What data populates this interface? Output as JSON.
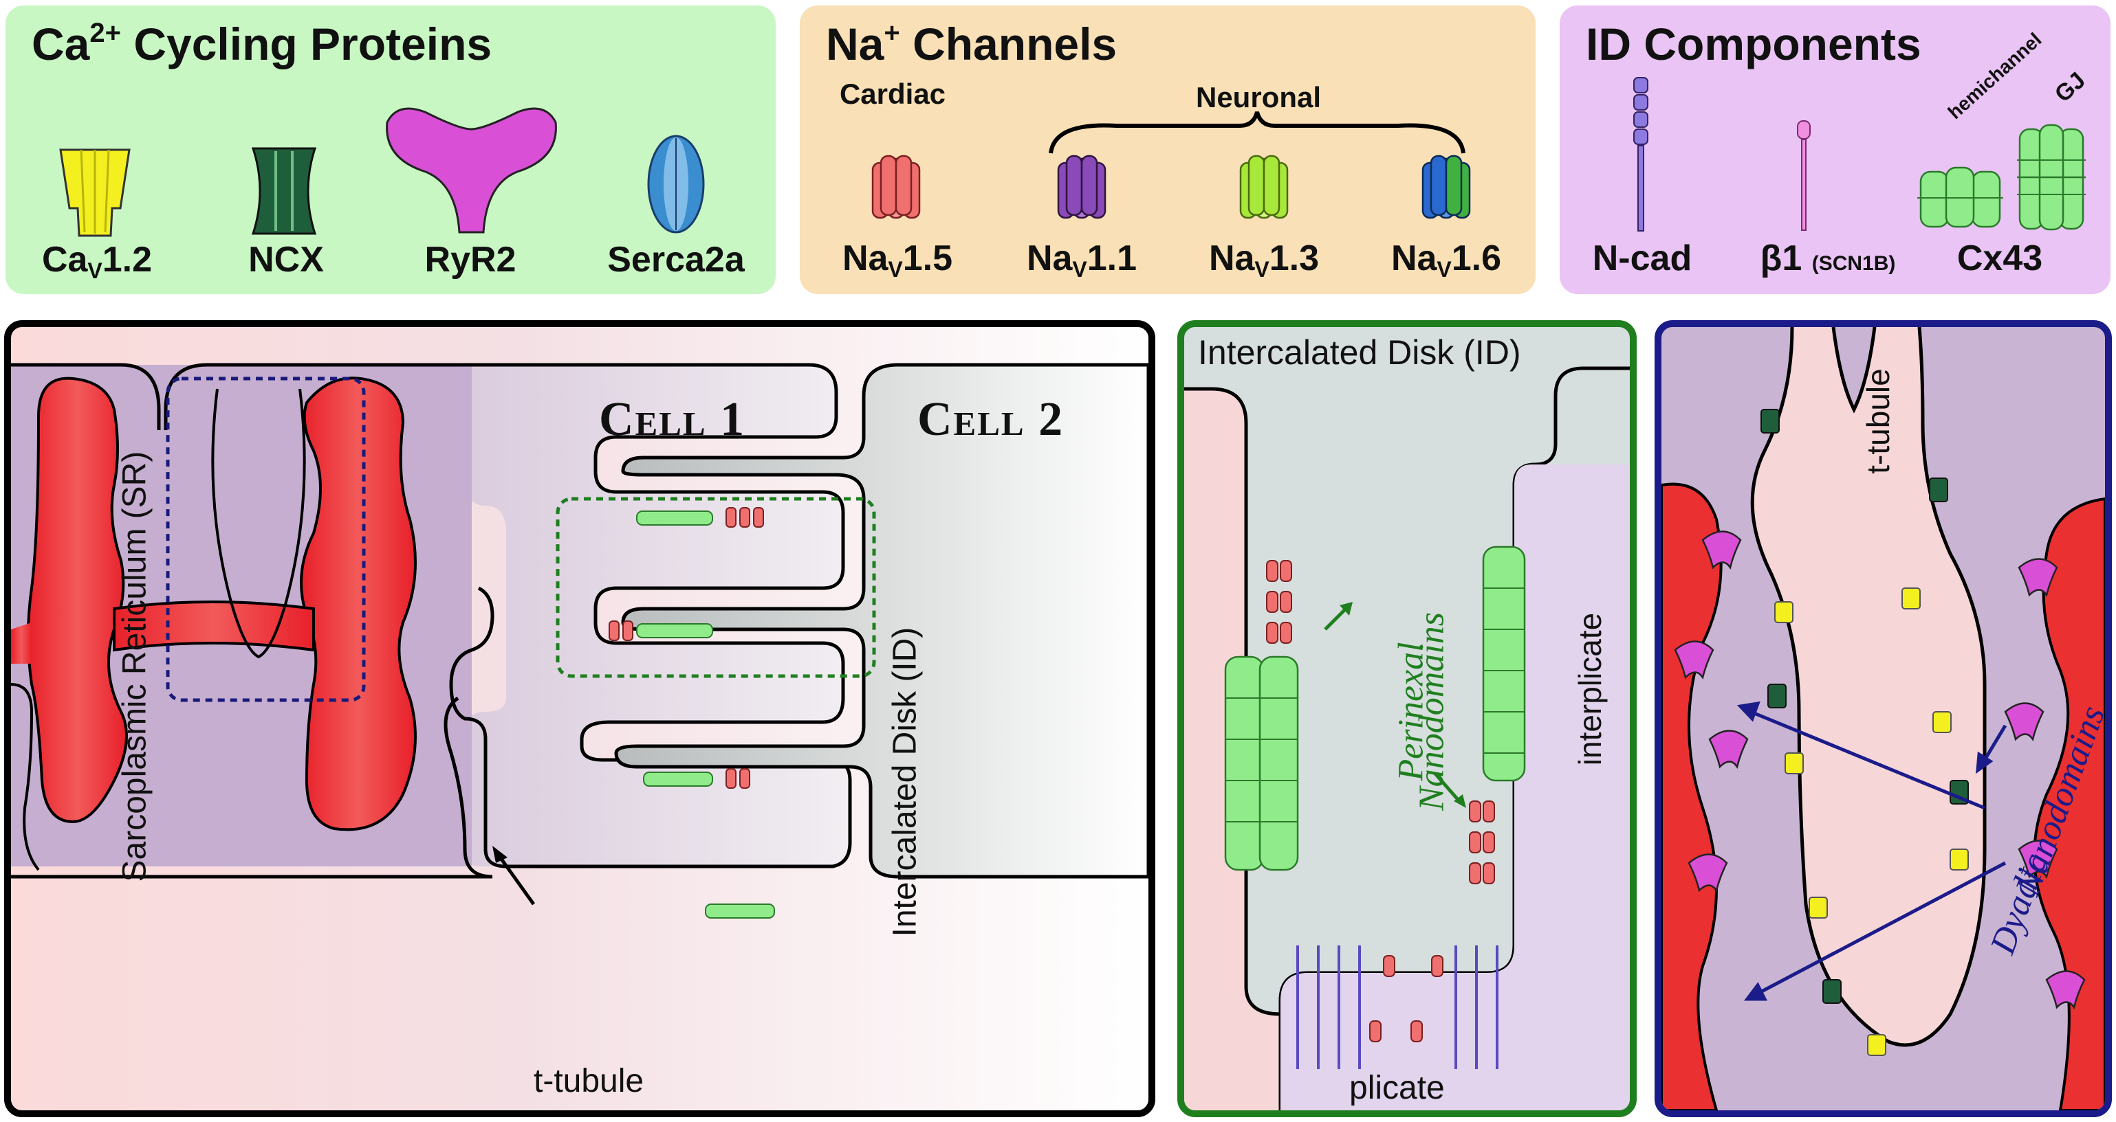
{
  "legend": {
    "ca_cycling": {
      "title": "Ca",
      "title_sup": "2+",
      "title_rest": " Cycling Proteins",
      "items": [
        {
          "name": "Ca",
          "sub": "V",
          "suffix": "1.2",
          "color": "#f4f020"
        },
        {
          "name": "NCX",
          "sub": "",
          "suffix": "",
          "color": "#1f5e3a"
        },
        {
          "name": "RyR2",
          "sub": "",
          "suffix": "",
          "color": "#d94fd6"
        },
        {
          "name": "Serca2a",
          "sub": "",
          "suffix": "",
          "color": "#3a8ecf"
        }
      ]
    },
    "na_channels": {
      "title": "Na",
      "title_sup": "+",
      "title_rest": " Channels",
      "cardiac_label": "Cardiac",
      "neuronal_label": "Neuronal",
      "items": [
        {
          "name": "Na",
          "sub": "V",
          "suffix": "1.5",
          "color": "#f07070"
        },
        {
          "name": "Na",
          "sub": "V",
          "suffix": "1.1",
          "color": "#8a4ab8"
        },
        {
          "name": "Na",
          "sub": "V",
          "suffix": "1.3",
          "color": "#a8e83a"
        },
        {
          "name": "Na",
          "sub": "V",
          "suffix": "1.6",
          "color": "#2a6ad0"
        }
      ]
    },
    "id_components": {
      "title": "ID Components",
      "hemichannel_label": "hemichannel",
      "gj_label": "GJ",
      "items": [
        {
          "name": "N-cad",
          "extra": "",
          "color": "#8c7ae0"
        },
        {
          "name": "β1",
          "extra": "(SCN1B)",
          "color": "#e070d0"
        },
        {
          "name": "Cx43",
          "extra": "",
          "color": "#90ec8a"
        }
      ]
    }
  },
  "cell_panel": {
    "cell1": "Cell 1",
    "cell2": "Cell 2",
    "sr_label": "Sarcoplasmic Reticulum (SR)",
    "id_label": "Intercalated Disk (ID)",
    "ttubule_label": "t-tubule"
  },
  "perinexal_panel": {
    "title": "Intercalated Disk (ID)",
    "nanodomain_label_1": "Perinexal",
    "nanodomain_label_2": "Nanodomains",
    "interplicate_label": "interplicate",
    "plicate_label": "plicate"
  },
  "dyadic_panel": {
    "ttubule_label": "t-tubule",
    "nanodomain_label_1": "Dyadic",
    "nanodomain_label_2": "Nanodomains"
  }
}
